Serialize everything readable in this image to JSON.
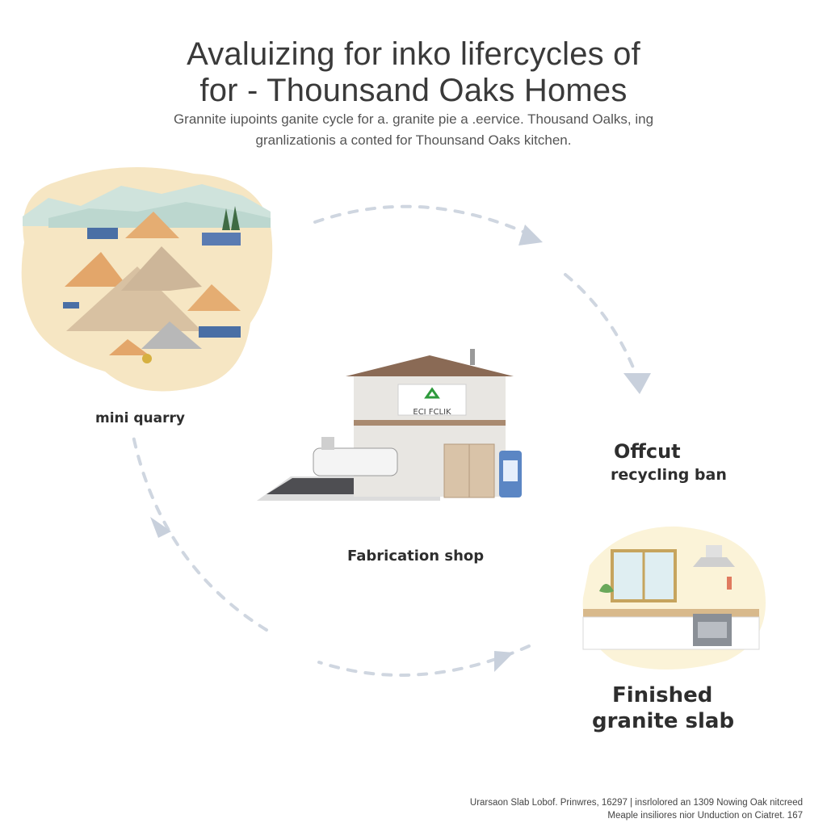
{
  "header": {
    "title_line1": "Avaluizing for inko lifercycles of",
    "title_line2": "for - Thounsand Oaks Homes",
    "subtitle_line1": "Grannite iupoints ganite cycle for a. granite pie a .eervice. Thousand Oalks, ing",
    "subtitle_line2": "granlizationis a conted for Thounsand Oaks kitchen."
  },
  "stages": {
    "quarry": "mini quarry",
    "shop": "Fabrication shop",
    "shop_sign": "ECI FCLIK",
    "recycling_line1": "Offcut",
    "recycling_line2": "recycling ban",
    "slab_line1": "Finished",
    "slab_line2": "granite slab"
  },
  "footer": {
    "line1": "Urarsaon Slab Lobof. Prinwres, 16297 | insrlolored an 1309 Nowing Oak nitcreed",
    "line2": "Meaple insiliores nior Unduction on Ciatret. 167"
  },
  "colors": {
    "sand": "#f4e2b8",
    "mountain": "#d9c2a3",
    "pyramid": "#e6b27a",
    "arrow": "#c8d0dc",
    "roof": "#8a6a55",
    "recycle": "#2e9a3c"
  }
}
